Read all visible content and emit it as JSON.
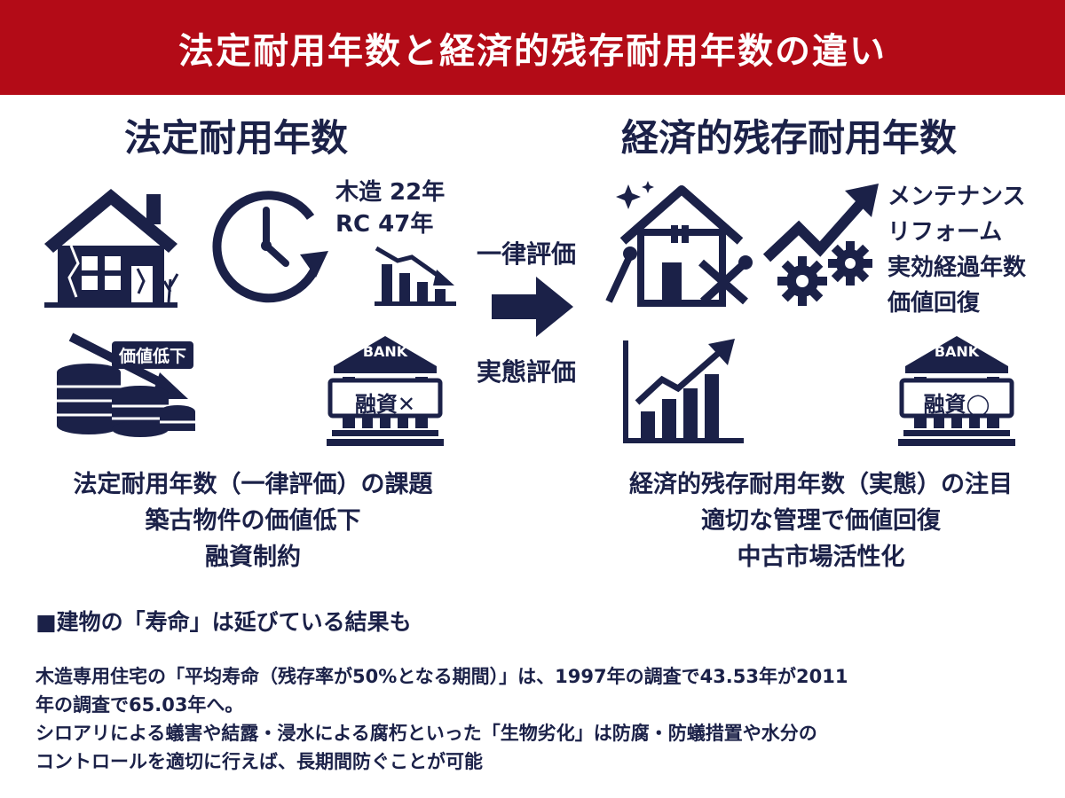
{
  "title": "法定耐用年数と経済的残存耐用年数の違い",
  "left": {
    "heading": "法定耐用年数",
    "durations": [
      "木造 22年",
      "RC 47年"
    ],
    "value_drop_badge": "価値低下",
    "bank_label": "BANK",
    "loan_label": "融資✕",
    "summary": [
      "法定耐用年数（一律評価）の課題",
      "築古物件の価値低下",
      "融資制約"
    ]
  },
  "middle": {
    "top_label": "一律評価",
    "bottom_label": "実態評価"
  },
  "right": {
    "heading": "経済的残存耐用年数",
    "factors": [
      "メンテナンス",
      "リフォーム",
      "実効経過年数",
      "価値回復"
    ],
    "bank_label": "BANK",
    "loan_label": "融資◯",
    "summary": [
      "経済的残存耐用年数（実態）の注目",
      "適切な管理で価値回復",
      "中古市場活性化"
    ]
  },
  "section": {
    "heading": "■建物の「寿命」は延びている結果も",
    "lines": [
      "木造専用住宅の「平均寿命（残存率が50%となる期間）」は、1997年の調査で43.53年が2011",
      "年の調査で65.03年へ。",
      "シロアリによる蟻害や結露・浸水による腐朽といった「生物劣化」は防腐・防蟻措置や水分の",
      "コントロールを適切に行えば、長期間防ぐことが可能"
    ]
  },
  "colors": {
    "banner": "#b30b17",
    "navy": "#1b2148"
  }
}
